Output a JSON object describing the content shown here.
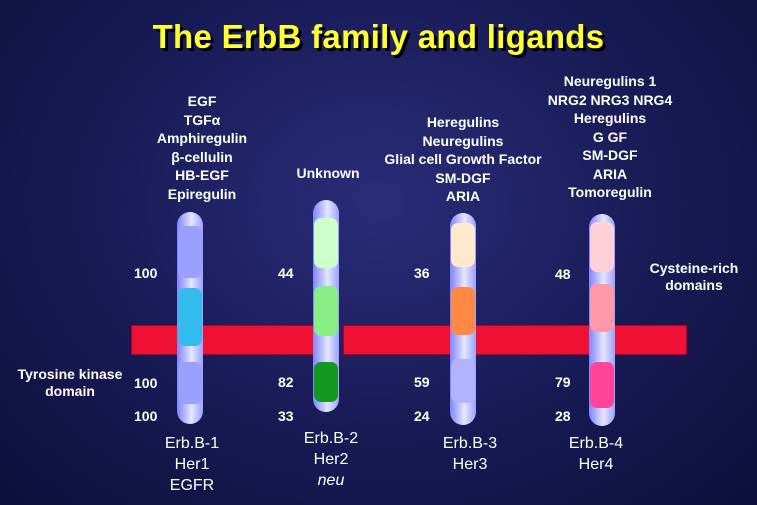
{
  "title": "The ErbB family and ligands",
  "ligands": {
    "erbb1": [
      "EGF",
      "TGFα",
      "Amphiregulin",
      "β-cellulin",
      "HB-EGF",
      "Epiregulin"
    ],
    "erbb2": [
      "Unknown"
    ],
    "erbb3": [
      "Heregulins",
      "Neuregulins",
      "Glial cell Growth Factor",
      "SM-DGF",
      "ARIA"
    ],
    "erbb4": [
      "Neuregulins 1",
      "NRG2 NRG3 NRG4",
      "Heregulins",
      "G GF",
      "SM-DGF",
      "ARIA",
      "Tomoregulin"
    ]
  },
  "row_labels": {
    "cysteine": "Cysteine-rich domains",
    "kinase": "Tyrosine kinase domain"
  },
  "identity": {
    "erbb1": {
      "cysteine": "100",
      "kinase": "100",
      "tail": "100"
    },
    "erbb2": {
      "cysteine": "44",
      "kinase": "82",
      "tail": "33"
    },
    "erbb3": {
      "cysteine": "36",
      "kinase": "59",
      "tail": "24"
    },
    "erbb4": {
      "cysteine": "48",
      "kinase": "79",
      "tail": "28"
    }
  },
  "receptors": {
    "erbb1": {
      "name": "Erb.B-1",
      "alias1": "Her1",
      "alias2": "EGFR"
    },
    "erbb2": {
      "name": "Erb.B-2",
      "alias1": "Her2",
      "alias2": "neu"
    },
    "erbb3": {
      "name": "Erb.B-3",
      "alias1": "Her3"
    },
    "erbb4": {
      "name": "Erb.B-4",
      "alias1": "Her4"
    }
  },
  "colors": {
    "title": "#ffff33",
    "membrane": "#ee1133",
    "erbb1_cys": "#9aa0ff",
    "erbb1_mid": "#33bbee",
    "erbb1_kin": "#9aa0ff",
    "erbb2_cys": "#ccffcc",
    "erbb2_mid": "#88ee88",
    "erbb2_kin": "#119922",
    "erbb3_cys": "#ffe8cc",
    "erbb3_mid": "#ff8844",
    "erbb3_kin": "#b0b4ff",
    "erbb4_cys": "#ffd0d8",
    "erbb4_mid": "#ff99aa",
    "erbb4_kin": "#ff4499"
  }
}
